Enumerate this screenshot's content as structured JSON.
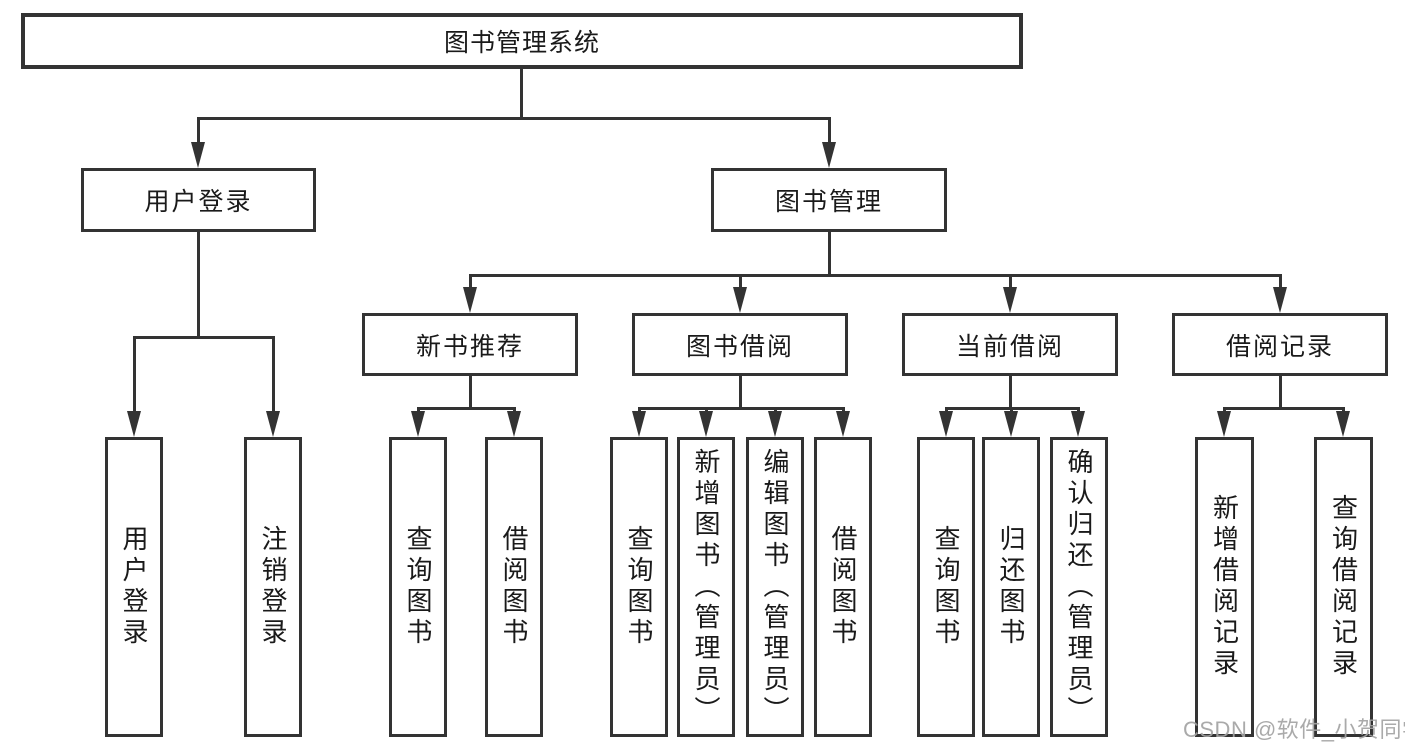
{
  "diagram": {
    "root": {
      "label": "图书管理系统",
      "children": [
        {
          "label": "用户登录",
          "children": [
            {
              "label": "用户登录"
            },
            {
              "label": "注销登录"
            }
          ]
        },
        {
          "label": "图书管理",
          "children": [
            {
              "label": "新书推荐",
              "children": [
                {
                  "label": "查询图书"
                },
                {
                  "label": "借阅图书"
                }
              ]
            },
            {
              "label": "图书借阅",
              "children": [
                {
                  "label": "查询图书"
                },
                {
                  "label": "新增图书（管理员）"
                },
                {
                  "label": "编辑图书（管理员）"
                },
                {
                  "label": "借阅图书"
                }
              ]
            },
            {
              "label": "当前借阅",
              "children": [
                {
                  "label": "查询图书"
                },
                {
                  "label": "归还图书"
                },
                {
                  "label": "确认归还（管理员）"
                }
              ]
            },
            {
              "label": "借阅记录",
              "children": [
                {
                  "label": "新增借阅记录"
                },
                {
                  "label": "查询借阅记录"
                }
              ]
            }
          ]
        }
      ]
    },
    "colors": {
      "line": "#333333",
      "text": "#1a1a1a",
      "watermark": "#a3a3a3"
    }
  },
  "watermark": "CSDN @软件_小贺同学"
}
